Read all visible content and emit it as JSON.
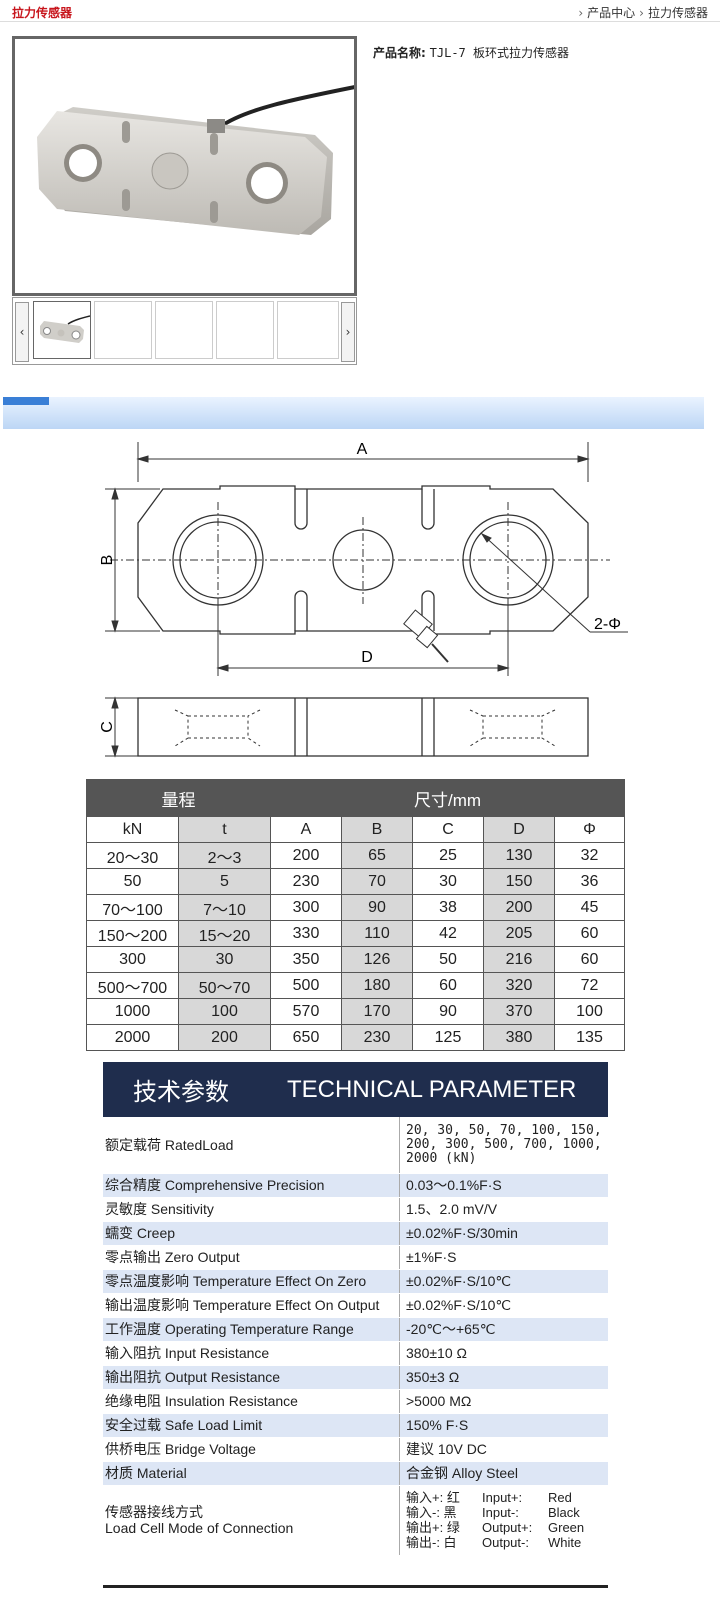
{
  "header": {
    "title": "拉力传感器",
    "breadcrumbs": [
      "产品中心",
      "拉力传感器"
    ]
  },
  "product": {
    "name_label": "产品名称:",
    "name_value": "TJL-7 板环式拉力传感器"
  },
  "gallery": {
    "prev": "‹",
    "next": "›"
  },
  "drawing": {
    "labels": {
      "A": "A",
      "B": "B",
      "C": "C",
      "D": "D",
      "phi": "2-Φ"
    }
  },
  "dimensions": {
    "group_headers": [
      "量程",
      "尺寸/mm"
    ],
    "columns": [
      "kN",
      "t",
      "A",
      "B",
      "C",
      "D",
      "Φ"
    ],
    "rows": [
      [
        "20～30",
        "2～3",
        "200",
        "65",
        "25",
        "130",
        "32"
      ],
      [
        "50",
        "5",
        "230",
        "70",
        "30",
        "150",
        "36"
      ],
      [
        "70～100",
        "7～10",
        "300",
        "90",
        "38",
        "200",
        "45"
      ],
      [
        "150～200",
        "15～20",
        "330",
        "110",
        "42",
        "205",
        "60"
      ],
      [
        "300",
        "30",
        "350",
        "126",
        "50",
        "216",
        "60"
      ],
      [
        "500～700",
        "50～70",
        "500",
        "180",
        "60",
        "320",
        "72"
      ],
      [
        "1000",
        "100",
        "570",
        "170",
        "90",
        "370",
        "100"
      ],
      [
        "2000",
        "200",
        "650",
        "230",
        "125",
        "380",
        "135"
      ]
    ]
  },
  "technical": {
    "title_zh": "技术参数",
    "title_en": "TECHNICAL PARAMETER",
    "rows": [
      {
        "name": "额定载荷 RatedLoad",
        "value": "20, 30, 50, 70, 100, 150, 200, 300, 500, 700, 1000, 2000 (kN)"
      },
      {
        "name": "综合精度 Comprehensive Precision",
        "value": "0.03～0.1%F·S"
      },
      {
        "name": "灵敏度 Sensitivity",
        "value": "1.5、2.0 mV/V"
      },
      {
        "name": "蠕变 Creep",
        "value": "±0.02%F·S/30min"
      },
      {
        "name": "零点输出 Zero Output",
        "value": "±1%F·S"
      },
      {
        "name": "零点温度影响 Temperature Effect On Zero",
        "value": "±0.02%F·S/10℃"
      },
      {
        "name": "输出温度影响 Temperature Effect On Output",
        "value": "±0.02%F·S/10℃"
      },
      {
        "name": "工作温度 Operating Temperature Range",
        "value": "-20℃～+65℃"
      },
      {
        "name": "输入阻抗 Input Resistance",
        "value": "380±10 Ω"
      },
      {
        "name": "输出阻抗 Output Resistance",
        "value": "350±3 Ω"
      },
      {
        "name": "绝缘电阻 Insulation Resistance",
        "value": ">5000 MΩ"
      },
      {
        "name": "安全过载 Safe Load Limit",
        "value": "150% F·S"
      },
      {
        "name": "供桥电压 Bridge Voltage",
        "value": "建议 10V DC"
      },
      {
        "name": "材质 Material",
        "value": "合金钢 Alloy Steel"
      }
    ],
    "connection": {
      "name_zh": "传感器接线方式",
      "name_en": "Load Cell Mode of Connection",
      "lines": [
        [
          "输入+: 红",
          "Input+:",
          "Red"
        ],
        [
          "输入-: 黑",
          "Input-:",
          "Black"
        ],
        [
          "输出+: 绿",
          "Output+:",
          "Green"
        ],
        [
          "输出-: 白",
          "Output-:",
          "White"
        ]
      ]
    }
  },
  "colors": {
    "title_red": "#c8161d",
    "header_navy": "#1f2d4d",
    "row_alt": "#dde6f5",
    "table_dark": "#555555"
  }
}
